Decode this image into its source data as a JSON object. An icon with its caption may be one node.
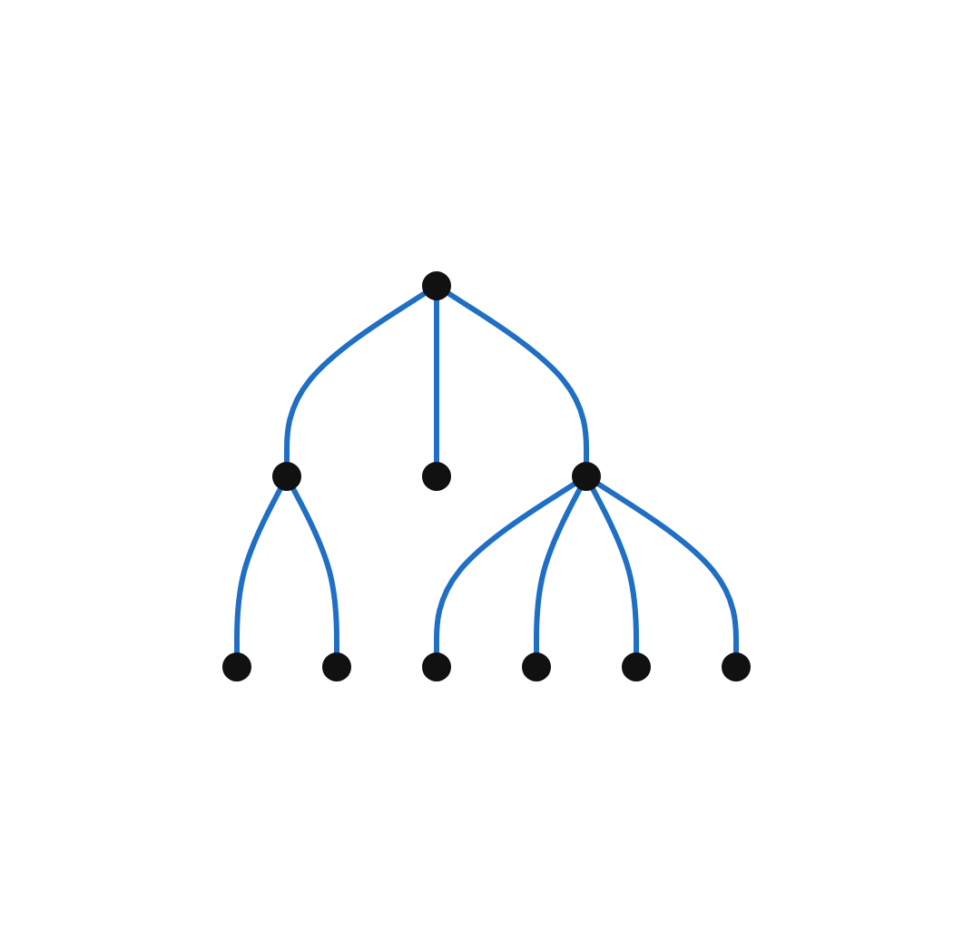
{
  "diagram": {
    "nodes": [
      {
        "text": [],
        "shape": "circle"
      },
      {
        "text": [],
        "shape": "circle"
      },
      {
        "text": [],
        "shape": "circle"
      },
      {
        "text": [],
        "shape": "circle"
      },
      {
        "text": [],
        "shape": "circle"
      },
      {
        "text": [],
        "shape": "circle"
      },
      {
        "text": [],
        "shape": "circle"
      },
      {
        "text": [],
        "shape": "circle"
      },
      {
        "text": [],
        "shape": "circle"
      },
      {
        "text": [],
        "shape": "circle"
      }
    ],
    "edges": [
      {
        "from": 0,
        "to": 1,
        "arrow": "none"
      },
      {
        "from": 0,
        "to": 2,
        "arrow": "none"
      },
      {
        "from": 0,
        "to": 3,
        "arrow": "none"
      },
      {
        "from": 1,
        "to": 4,
        "arrow": "none"
      },
      {
        "from": 1,
        "to": 5,
        "arrow": "none"
      },
      {
        "from": 3,
        "to": 6,
        "arrow": "none"
      },
      {
        "from": 3,
        "to": 7,
        "arrow": "none"
      },
      {
        "from": 3,
        "to": 8,
        "arrow": "none"
      },
      {
        "from": 3,
        "to": 9,
        "arrow": "none"
      }
    ]
  }
}
